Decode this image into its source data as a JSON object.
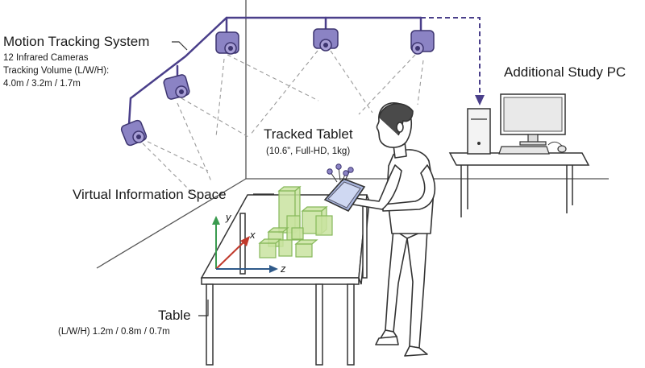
{
  "colors": {
    "camera": "#8b83c4",
    "camera_dark": "#3d3570",
    "rig": "#4a3f8a",
    "data_line": "#4a3f8a",
    "boxes_fill": "#c9e3a0",
    "boxes_stroke": "#86b85a",
    "axis_x": "#c0392b",
    "axis_y": "#3a9b4f",
    "axis_z": "#2f5a8a",
    "line": "#333333",
    "dashes": "#9a9a9a"
  },
  "labels": {
    "motion_title": "Motion Tracking System",
    "motion_line1": "12 Infrared Cameras",
    "motion_line2": "Tracking Volume (L/W/H):",
    "motion_line3": "4.0m / 3.2m / 1.7m",
    "pc_title": "Additional Study PC",
    "tablet_title": "Tracked Tablet",
    "tablet_specs": "(10.6”, Full-HD, 1kg)",
    "space_title": "Virtual Information Space",
    "table_title": "Table",
    "table_specs": "(L/W/H) 1.2m / 0.8m / 0.7m"
  },
  "axes": {
    "x": "x",
    "y": "y",
    "z": "z"
  },
  "icons": [
    "infrared-camera-icon",
    "pc-tower-icon",
    "monitor-icon",
    "keyboard-icon",
    "mouse-icon",
    "tablet-icon",
    "person-icon"
  ]
}
